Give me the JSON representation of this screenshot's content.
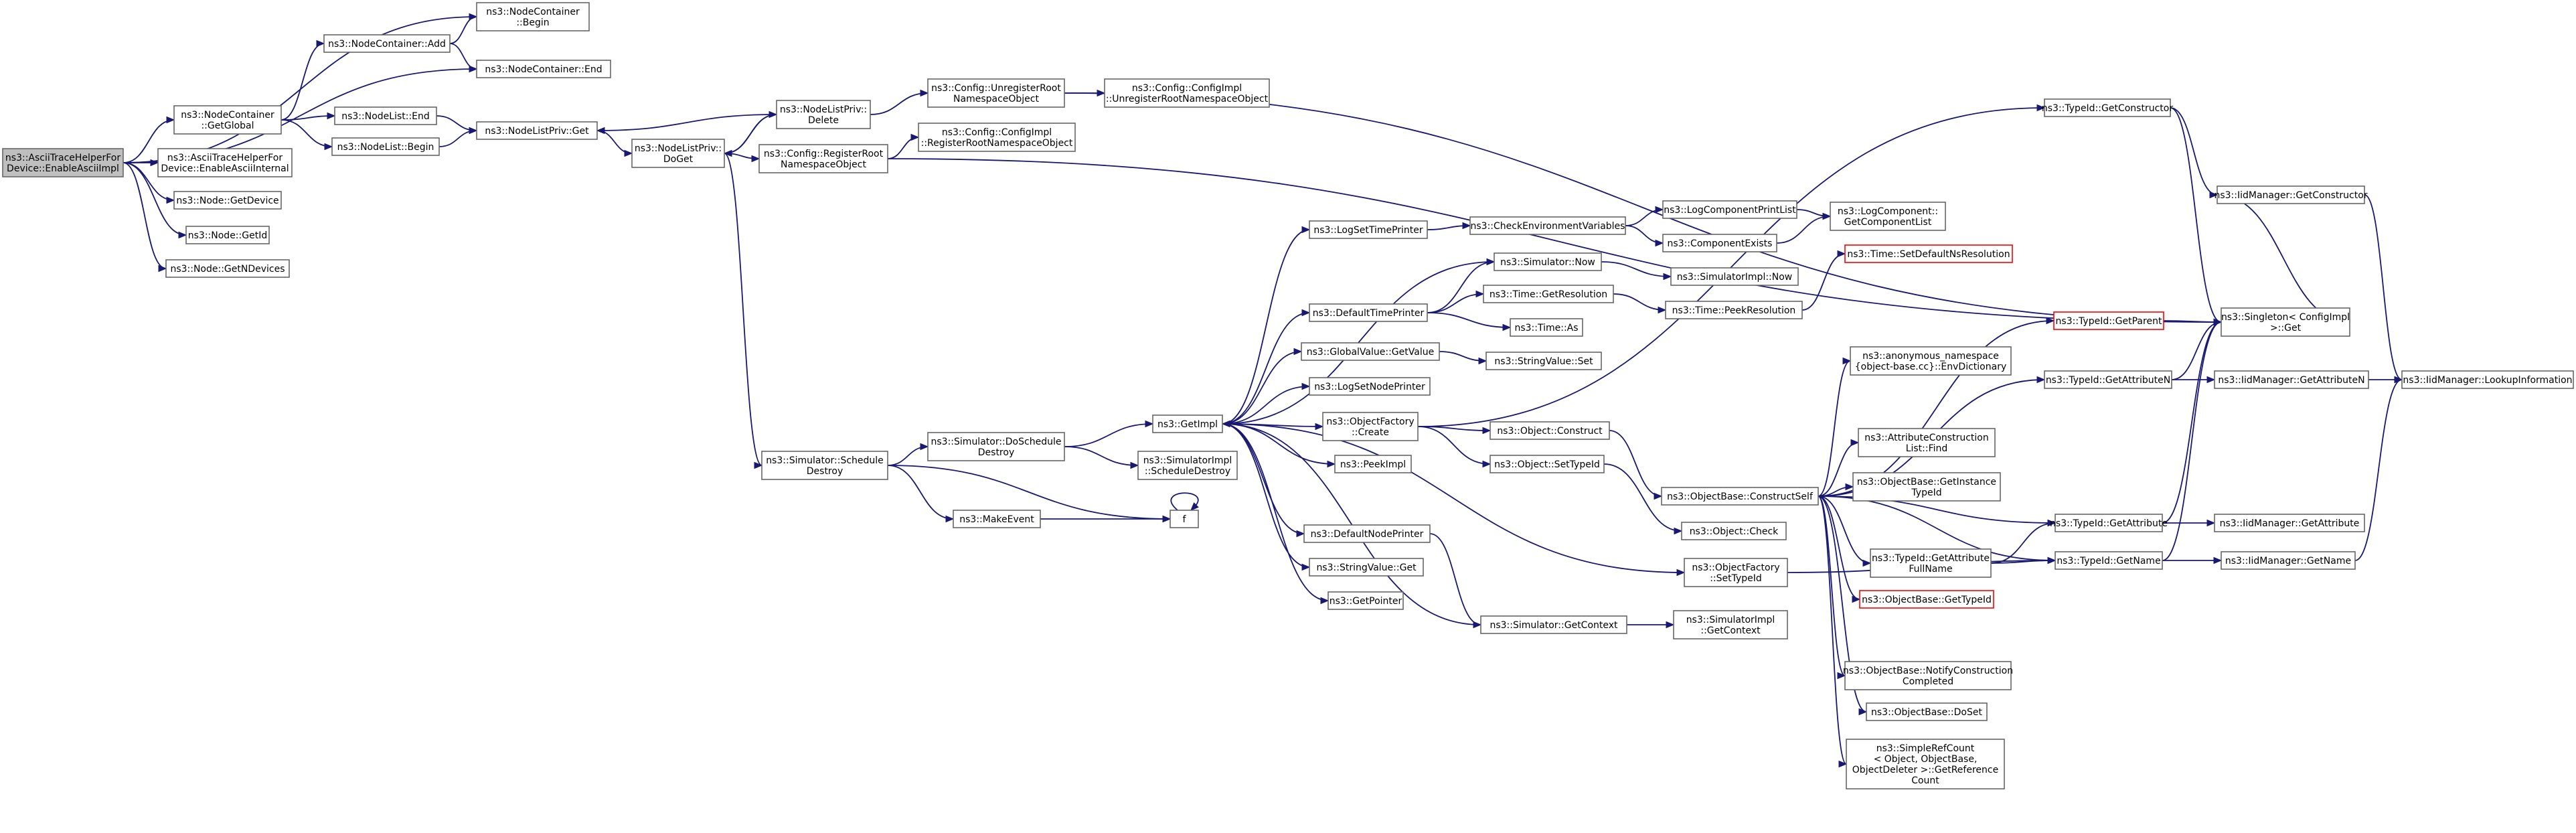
{
  "colors": {
    "edge": "#191970",
    "node_border": "#666666",
    "root_fill": "#bfbfbf",
    "warn_border": "#ff0000"
  },
  "nodes": [
    {
      "id": "root",
      "lines": [
        "ns3::AsciiTraceHelperFor",
        "Device::EnableAsciiImpl"
      ],
      "root": true
    },
    {
      "id": "ncBegin",
      "lines": [
        "ns3::NodeContainer",
        "::Begin"
      ]
    },
    {
      "id": "ncAdd",
      "lines": [
        "ns3::NodeContainer::Add"
      ]
    },
    {
      "id": "ncEnd",
      "lines": [
        "ns3::NodeContainer::End"
      ]
    },
    {
      "id": "ncGetGlobal",
      "lines": [
        "ns3::NodeContainer",
        "::GetGlobal"
      ]
    },
    {
      "id": "nlEnd",
      "lines": [
        "ns3::NodeList::End"
      ]
    },
    {
      "id": "nlBegin",
      "lines": [
        "ns3::NodeList::Begin"
      ]
    },
    {
      "id": "nlpGet",
      "lines": [
        "ns3::NodeListPriv::Get"
      ]
    },
    {
      "id": "nlpDelete",
      "lines": [
        "ns3::NodeListPriv::",
        "Delete"
      ]
    },
    {
      "id": "nlpDoGet",
      "lines": [
        "ns3::NodeListPriv::",
        "DoGet"
      ]
    },
    {
      "id": "unreg",
      "lines": [
        "ns3::Config::UnregisterRoot",
        "NamespaceObject"
      ]
    },
    {
      "id": "cfgUnreg",
      "lines": [
        "ns3::Config::ConfigImpl",
        "::UnregisterRootNamespaceObject"
      ]
    },
    {
      "id": "reg",
      "lines": [
        "ns3::Config::RegisterRoot",
        "NamespaceObject"
      ]
    },
    {
      "id": "cfgReg",
      "lines": [
        "ns3::Config::ConfigImpl",
        "::RegisterRootNamespaceObject"
      ]
    },
    {
      "id": "enableInternal",
      "lines": [
        "ns3::AsciiTraceHelperFor",
        "Device::EnableAsciiInternal"
      ]
    },
    {
      "id": "getDevice",
      "lines": [
        "ns3::Node::GetDevice"
      ]
    },
    {
      "id": "getId",
      "lines": [
        "ns3::Node::GetId"
      ]
    },
    {
      "id": "getNDevices",
      "lines": [
        "ns3::Node::GetNDevices"
      ]
    },
    {
      "id": "schedDestroy",
      "lines": [
        "ns3::Simulator::Schedule",
        "Destroy"
      ]
    },
    {
      "id": "doSchedDestroy",
      "lines": [
        "ns3::Simulator::DoSchedule",
        "Destroy"
      ]
    },
    {
      "id": "makeEvent",
      "lines": [
        "ns3::MakeEvent"
      ]
    },
    {
      "id": "f",
      "lines": [
        "f"
      ]
    },
    {
      "id": "getImpl",
      "lines": [
        "ns3::GetImpl"
      ]
    },
    {
      "id": "simImplSchedDestroy",
      "lines": [
        "ns3::SimulatorImpl",
        "::ScheduleDestroy"
      ]
    },
    {
      "id": "logSetTimePrinter",
      "lines": [
        "ns3::LogSetTimePrinter"
      ]
    },
    {
      "id": "checkEnv",
      "lines": [
        "ns3::CheckEnvironmentVariables"
      ]
    },
    {
      "id": "logCompPrintList",
      "lines": [
        "ns3::LogComponentPrintList"
      ]
    },
    {
      "id": "compExists",
      "lines": [
        "ns3::ComponentExists"
      ]
    },
    {
      "id": "logCompGetList",
      "lines": [
        "ns3::LogComponent::",
        "GetComponentList"
      ]
    },
    {
      "id": "simNow",
      "lines": [
        "ns3::Simulator::Now"
      ]
    },
    {
      "id": "simImplNow",
      "lines": [
        "ns3::SimulatorImpl::Now"
      ]
    },
    {
      "id": "timeSetDefault",
      "lines": [
        "ns3::Time::SetDefaultNsResolution"
      ],
      "warn": true
    },
    {
      "id": "defTimePrinter",
      "lines": [
        "ns3::DefaultTimePrinter"
      ]
    },
    {
      "id": "timeGetRes",
      "lines": [
        "ns3::Time::GetResolution"
      ]
    },
    {
      "id": "timePeekRes",
      "lines": [
        "ns3::Time::PeekResolution"
      ]
    },
    {
      "id": "timeAs",
      "lines": [
        "ns3::Time::As"
      ]
    },
    {
      "id": "gvGetValue",
      "lines": [
        "ns3::GlobalValue::GetValue"
      ]
    },
    {
      "id": "svSet",
      "lines": [
        "ns3::StringValue::Set"
      ]
    },
    {
      "id": "logSetNodePrinter",
      "lines": [
        "ns3::LogSetNodePrinter"
      ]
    },
    {
      "id": "ofCreate",
      "lines": [
        "ns3::ObjectFactory",
        "::Create"
      ]
    },
    {
      "id": "objConstruct",
      "lines": [
        "ns3::Object::Construct"
      ]
    },
    {
      "id": "objSetTypeId",
      "lines": [
        "ns3::Object::SetTypeId"
      ]
    },
    {
      "id": "peekImpl",
      "lines": [
        "ns3::PeekImpl"
      ]
    },
    {
      "id": "defNodePrinter",
      "lines": [
        "ns3::DefaultNodePrinter"
      ]
    },
    {
      "id": "svGet",
      "lines": [
        "ns3::StringValue::Get"
      ]
    },
    {
      "id": "getPointer",
      "lines": [
        "ns3::GetPointer"
      ]
    },
    {
      "id": "simGetContext",
      "lines": [
        "ns3::Simulator::GetContext"
      ]
    },
    {
      "id": "simImplGetContext",
      "lines": [
        "ns3::SimulatorImpl",
        "::GetContext"
      ]
    },
    {
      "id": "ofSetTypeId",
      "lines": [
        "ns3::ObjectFactory",
        "::SetTypeId"
      ]
    },
    {
      "id": "objCheck",
      "lines": [
        "ns3::Object::Check"
      ]
    },
    {
      "id": "obConstructSelf",
      "lines": [
        "ns3::ObjectBase::ConstructSelf"
      ]
    },
    {
      "id": "envDict",
      "lines": [
        "ns3::anonymous_namespace",
        "{object-base.cc}::EnvDictionary"
      ]
    },
    {
      "id": "acListFind",
      "lines": [
        "ns3::AttributeConstruction",
        "List::Find"
      ]
    },
    {
      "id": "obGetInstance",
      "lines": [
        "ns3::ObjectBase::GetInstance",
        "TypeId"
      ]
    },
    {
      "id": "tidGetAttrFull",
      "lines": [
        "ns3::TypeId::GetAttribute",
        "FullName"
      ]
    },
    {
      "id": "obGetTypeId",
      "lines": [
        "ns3::ObjectBase::GetTypeId"
      ],
      "warn": true
    },
    {
      "id": "obNotify",
      "lines": [
        "ns3::ObjectBase::NotifyConstruction",
        "Completed"
      ]
    },
    {
      "id": "obDoSet",
      "lines": [
        "ns3::ObjectBase::DoSet"
      ]
    },
    {
      "id": "simpleRef",
      "lines": [
        "ns3::SimpleRefCount",
        "< Object, ObjectBase,",
        "ObjectDeleter >::GetReference",
        "Count"
      ]
    },
    {
      "id": "tidGetConstructor",
      "lines": [
        "ns3::TypeId::GetConstructor"
      ]
    },
    {
      "id": "tidGetParent",
      "lines": [
        "ns3::TypeId::GetParent"
      ],
      "warn": true
    },
    {
      "id": "tidGetAttrN",
      "lines": [
        "ns3::TypeId::GetAttributeN"
      ]
    },
    {
      "id": "tidGetAttr",
      "lines": [
        "ns3::TypeId::GetAttribute"
      ]
    },
    {
      "id": "tidGetName",
      "lines": [
        "ns3::TypeId::GetName"
      ]
    },
    {
      "id": "singleton",
      "lines": [
        "ns3::Singleton< ConfigImpl",
        " >::Get"
      ]
    },
    {
      "id": "iidGetConstructor",
      "lines": [
        "ns3::IidManager::GetConstructor"
      ]
    },
    {
      "id": "iidGetAttrN",
      "lines": [
        "ns3::IidManager::GetAttributeN"
      ]
    },
    {
      "id": "iidLookup",
      "lines": [
        "ns3::IidManager::LookupInformation"
      ]
    },
    {
      "id": "iidGetAttr",
      "lines": [
        "ns3::IidManager::GetAttribute"
      ]
    },
    {
      "id": "iidGetName",
      "lines": [
        "ns3::IidManager::GetName"
      ]
    }
  ],
  "edges": [
    [
      "root",
      "ncBegin"
    ],
    [
      "root",
      "ncEnd"
    ],
    [
      "root",
      "ncGetGlobal"
    ],
    [
      "root",
      "enableInternal"
    ],
    [
      "root",
      "getDevice"
    ],
    [
      "root",
      "getId"
    ],
    [
      "root",
      "getNDevices"
    ],
    [
      "ncAdd",
      "ncBegin"
    ],
    [
      "ncAdd",
      "ncEnd"
    ],
    [
      "ncGetGlobal",
      "ncAdd"
    ],
    [
      "ncGetGlobal",
      "nlEnd"
    ],
    [
      "ncGetGlobal",
      "nlBegin"
    ],
    [
      "nlEnd",
      "nlpGet"
    ],
    [
      "nlBegin",
      "nlpGet"
    ],
    [
      "nlpGet",
      "nlpDoGet"
    ],
    [
      "nlpDelete",
      "nlpGet"
    ],
    [
      "nlpDelete",
      "nlpDoGet"
    ],
    [
      "nlpDelete",
      "unreg"
    ],
    [
      "nlpDoGet",
      "nlpDelete"
    ],
    [
      "nlpDoGet",
      "reg"
    ],
    [
      "nlpDoGet",
      "schedDestroy"
    ],
    [
      "unreg",
      "cfgUnreg"
    ],
    [
      "unreg",
      "singleton"
    ],
    [
      "reg",
      "cfgReg"
    ],
    [
      "reg",
      "singleton"
    ],
    [
      "schedDestroy",
      "doSchedDestroy"
    ],
    [
      "schedDestroy",
      "makeEvent"
    ],
    [
      "schedDestroy",
      "f"
    ],
    [
      "makeEvent",
      "f"
    ],
    [
      "f",
      "f"
    ],
    [
      "doSchedDestroy",
      "getImpl"
    ],
    [
      "doSchedDestroy",
      "simImplSchedDestroy"
    ],
    [
      "getImpl",
      "logSetTimePrinter"
    ],
    [
      "getImpl",
      "simNow"
    ],
    [
      "getImpl",
      "defTimePrinter"
    ],
    [
      "getImpl",
      "gvGetValue"
    ],
    [
      "getImpl",
      "logSetNodePrinter"
    ],
    [
      "getImpl",
      "ofCreate"
    ],
    [
      "getImpl",
      "peekImpl"
    ],
    [
      "getImpl",
      "defNodePrinter"
    ],
    [
      "getImpl",
      "svGet"
    ],
    [
      "getImpl",
      "getPointer"
    ],
    [
      "getImpl",
      "ofSetTypeId"
    ],
    [
      "logSetTimePrinter",
      "checkEnv"
    ],
    [
      "checkEnv",
      "logCompPrintList"
    ],
    [
      "checkEnv",
      "compExists"
    ],
    [
      "logCompPrintList",
      "logCompGetList"
    ],
    [
      "compExists",
      "logCompGetList"
    ],
    [
      "simNow",
      "simImplNow"
    ],
    [
      "defTimePrinter",
      "simNow"
    ],
    [
      "defTimePrinter",
      "timeGetRes"
    ],
    [
      "defTimePrinter",
      "timeAs"
    ],
    [
      "timeGetRes",
      "timePeekRes"
    ],
    [
      "timePeekRes",
      "timeSetDefault"
    ],
    [
      "gvGetValue",
      "svSet"
    ],
    [
      "ofCreate",
      "objConstruct"
    ],
    [
      "ofCreate",
      "objSetTypeId"
    ],
    [
      "ofCreate",
      "tidGetConstructor"
    ],
    [
      "objConstruct",
      "obConstructSelf"
    ],
    [
      "objSetTypeId",
      "objCheck"
    ],
    [
      "defNodePrinter",
      "simGetContext"
    ],
    [
      "simGetContext",
      "simImplGetContext"
    ],
    [
      "simGetContext",
      "getImpl"
    ],
    [
      "ofSetTypeId",
      "tidGetName"
    ],
    [
      "obConstructSelf",
      "envDict"
    ],
    [
      "obConstructSelf",
      "acListFind"
    ],
    [
      "obConstructSelf",
      "obGetInstance"
    ],
    [
      "obConstructSelf",
      "tidGetAttrFull"
    ],
    [
      "obConstructSelf",
      "obGetTypeId"
    ],
    [
      "obConstructSelf",
      "obNotify"
    ],
    [
      "obConstructSelf",
      "obDoSet"
    ],
    [
      "obConstructSelf",
      "simpleRef"
    ],
    [
      "obConstructSelf",
      "tidGetParent"
    ],
    [
      "obConstructSelf",
      "tidGetAttrN"
    ],
    [
      "obConstructSelf",
      "tidGetAttr"
    ],
    [
      "obConstructSelf",
      "tidGetName"
    ],
    [
      "tidGetAttrFull",
      "tidGetAttr"
    ],
    [
      "tidGetAttrFull",
      "tidGetName"
    ],
    [
      "tidGetConstructor",
      "singleton"
    ],
    [
      "tidGetConstructor",
      "iidGetConstructor"
    ],
    [
      "tidGetParent",
      "singleton"
    ],
    [
      "tidGetAttrN",
      "singleton"
    ],
    [
      "tidGetAttrN",
      "iidGetAttrN"
    ],
    [
      "tidGetAttr",
      "singleton"
    ],
    [
      "tidGetAttr",
      "iidGetAttr"
    ],
    [
      "tidGetName",
      "singleton"
    ],
    [
      "tidGetName",
      "iidGetName"
    ],
    [
      "iidGetConstructor",
      "singleton"
    ],
    [
      "iidGetConstructor",
      "iidLookup"
    ],
    [
      "iidGetAttrN",
      "iidLookup"
    ],
    [
      "iidGetName",
      "iidLookup"
    ]
  ]
}
